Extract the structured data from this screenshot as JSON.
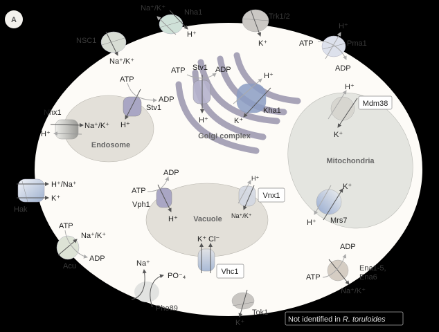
{
  "panel_label": "A",
  "colors": {
    "background": "#000000",
    "cell": "#fdfbf7",
    "organelle": "#e3e0d9",
    "mitochondria": "#e4e5e0",
    "golgi": "#a8a4b8",
    "arrow": "#555555"
  },
  "organelles": {
    "endosome": "Endosome",
    "golgi": "Golgi complex",
    "mitochondria": "Mitochondria",
    "vacuole": "Vacuole"
  },
  "transporters": {
    "nha1": {
      "name": "Nha1",
      "ion_out": "Na⁺/K⁺",
      "ion_in": "H⁺"
    },
    "nsc1": {
      "name": "NSC1",
      "ion_in": "Na⁺/K⁺"
    },
    "trk": {
      "name": "Trk1/2",
      "ion_in": "K⁺"
    },
    "pma1": {
      "name": "Pma1",
      "ion": "H⁺",
      "atp": "ATP",
      "adp": "ADP"
    },
    "stv1_endo": {
      "name": "Stv1",
      "ion": "H⁺",
      "atp": "ATP",
      "adp": "ADP"
    },
    "nhx1": {
      "name": "Nhx1",
      "ion_a": "Na⁺/K⁺",
      "ion_b": "H⁺"
    },
    "stv1_golgi": {
      "name": "Stv1",
      "ion": "H⁺",
      "atp": "ATP",
      "adp": "ADP"
    },
    "kha1": {
      "name": "Kha1",
      "ion_a": "H⁺",
      "ion_b": "K⁺"
    },
    "mdm38": {
      "name": "Mdm38",
      "ion_a": "H⁺",
      "ion_b": "K⁺"
    },
    "mrs7": {
      "name": "Mrs7",
      "ion_a": "K⁺",
      "ion_b": "H⁺"
    },
    "hak": {
      "name": "Hak",
      "ion_a": "H⁺/Na⁺",
      "ion_b": "K⁺"
    },
    "vph1": {
      "name": "Vph1",
      "ion": "H⁺",
      "atp": "ATP",
      "adp": "ADP"
    },
    "vnx1": {
      "name": "Vnx1",
      "ion_a": "H⁺",
      "ion_b": "Na⁺/K⁺"
    },
    "vhc1": {
      "name": "Vhc1",
      "ion_a": "K⁺",
      "ion_b": "Cl⁻"
    },
    "acu": {
      "name": "Acu",
      "ion": "Na⁺/K⁺",
      "atp": "ATP",
      "adp": "ADP"
    },
    "pho89": {
      "name": "Pho89",
      "ion_a": "Na⁺",
      "ion_b": "PO⁻₄"
    },
    "tok1": {
      "name": "Tok1",
      "ion": "K⁺"
    },
    "ena": {
      "name_line1": "Ena1-5,",
      "name_line2": "Ena6",
      "ion": "Na⁺/K⁺",
      "atp": "ATP",
      "adp": "ADP"
    }
  },
  "legend": {
    "prefix": "Not identified in ",
    "species": "R. toruloides"
  }
}
